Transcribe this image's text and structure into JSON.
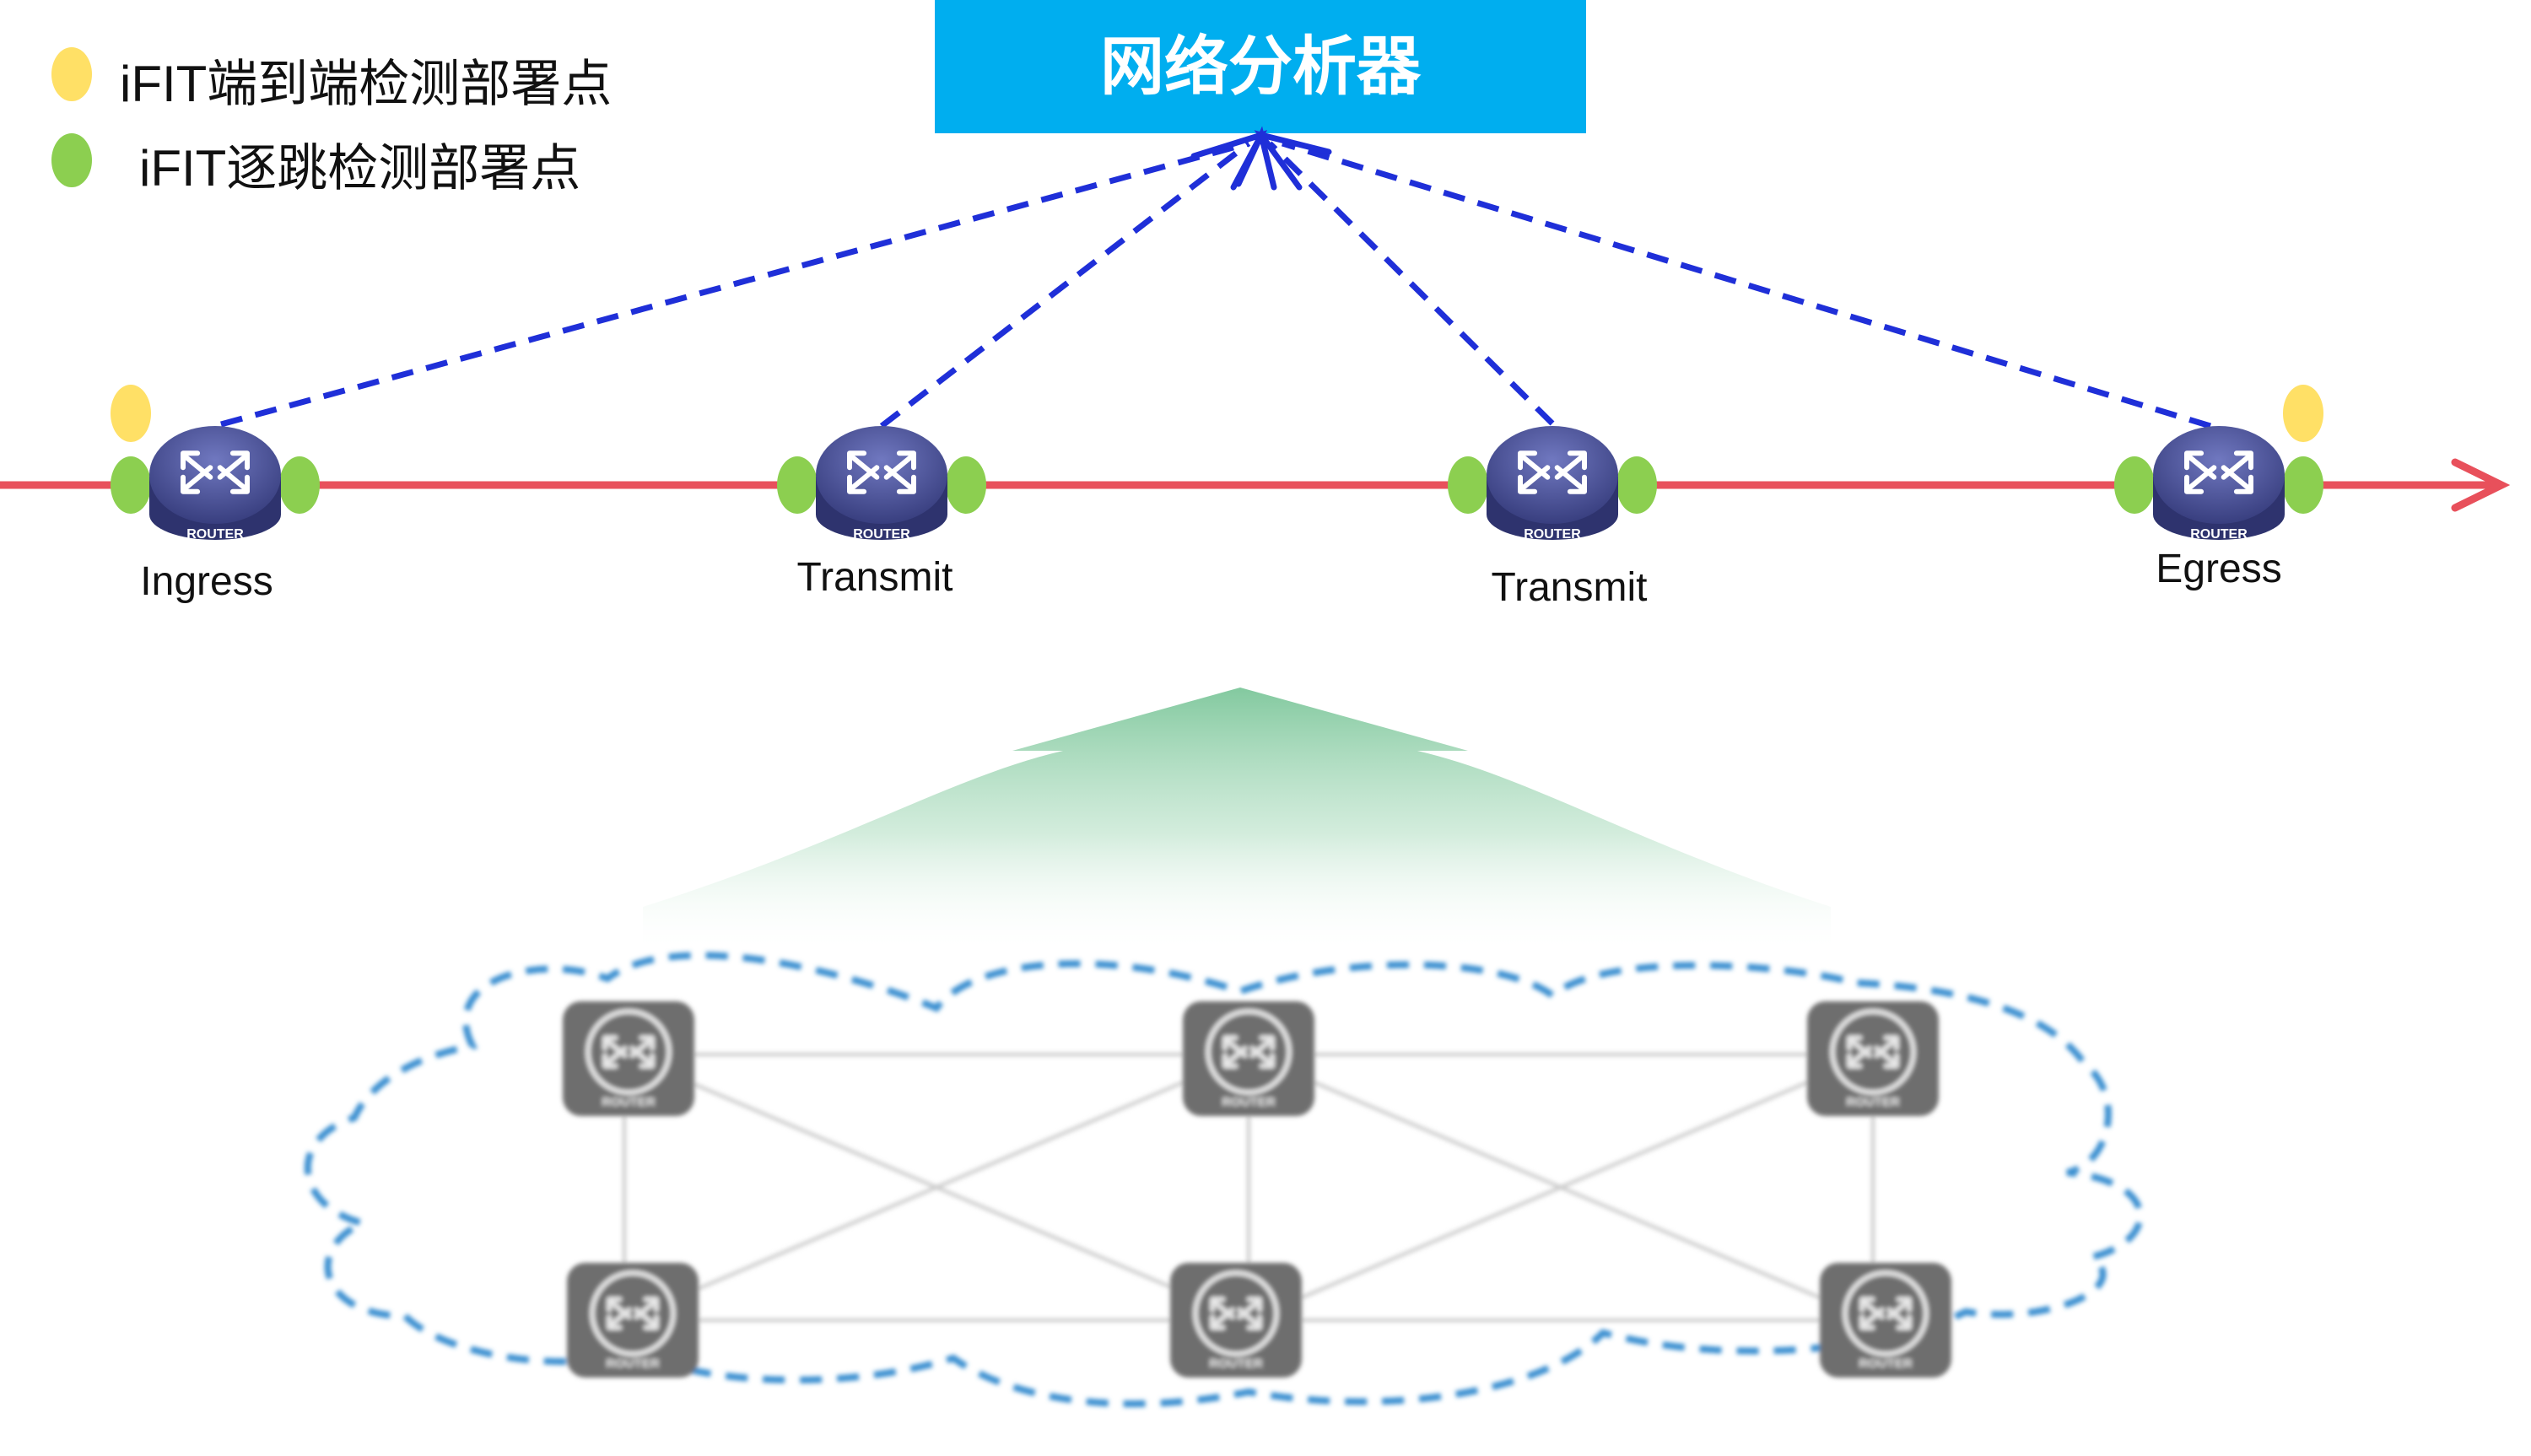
{
  "analyzer": {
    "label": "网络分析器"
  },
  "legend": [
    {
      "label": "iFIT端到端检测部署点",
      "marker": "yellow-dot"
    },
    {
      "label": "iFIT逐跳检测部署点",
      "marker": "green-dot"
    }
  ],
  "path_nodes": [
    {
      "label": "Ingress",
      "e2e": true
    },
    {
      "label": "Transmit",
      "e2e": false
    },
    {
      "label": "Transmit",
      "e2e": false
    },
    {
      "label": "Egress",
      "e2e": true
    }
  ],
  "router_tag": "ROUTER",
  "colors": {
    "analyzer_bg": "#00aeef",
    "path_line": "#e8505b",
    "report_line": "#1f2fd8",
    "e2e_dot": "#ffe066",
    "hop_dot": "#8ccf50",
    "router_blue": "#4a5298",
    "cloud_line": "#3a8fd0",
    "mesh_line": "#c8c8c8",
    "router_gray": "#6e6e6e",
    "up_arrow": "#9fd6b5"
  }
}
